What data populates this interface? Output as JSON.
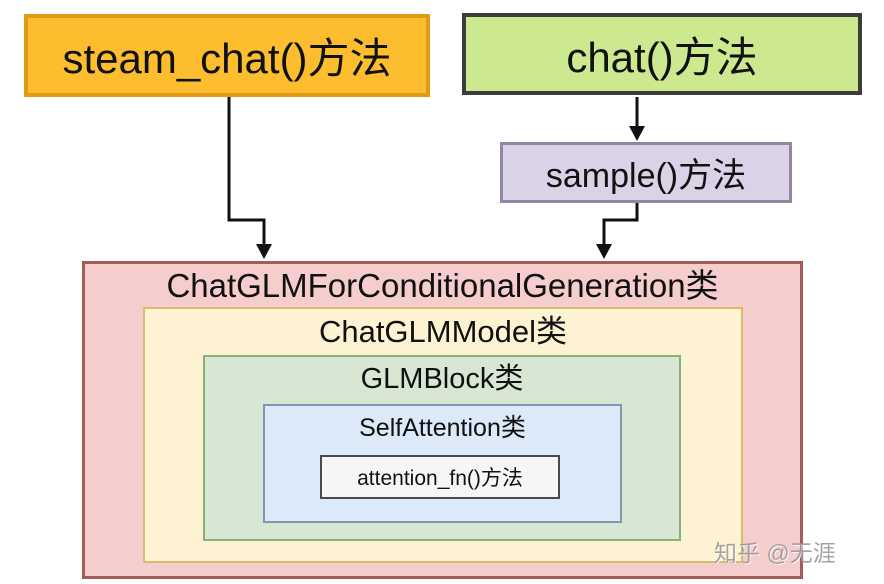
{
  "diagram": {
    "nodes": {
      "steam_chat": {
        "label": "steam_chat()方法",
        "fill": "#fcbe2f",
        "border": "#e29a12"
      },
      "chat": {
        "label": "chat()方法",
        "fill": "#cde98f",
        "border": "#3c3c3c"
      },
      "sample": {
        "label": "sample()方法",
        "fill": "#dcd2e8",
        "border": "#9286a2"
      },
      "chatglm_for_conditional_generation": {
        "label": "ChatGLMForConditionalGeneration类",
        "fill": "#f6cdcd",
        "border": "#a25b56"
      },
      "chatglm_model": {
        "label": "ChatGLMModel类",
        "fill": "#fdf3d2",
        "border": "#d8bc72"
      },
      "glm_block": {
        "label": "GLMBlock类",
        "fill": "#d7e7d3",
        "border": "#8fac7d"
      },
      "self_attention": {
        "label": "SelfAttention类",
        "fill": "#dbe9f8",
        "border": "#7e97b5"
      },
      "attention_fn": {
        "label": "attention_fn()方法",
        "fill": "#f6f6f6",
        "border": "#4a4a4a"
      }
    },
    "edges": [
      {
        "from": "steam_chat",
        "to": "chatglm_for_conditional_generation"
      },
      {
        "from": "chat",
        "to": "sample"
      },
      {
        "from": "sample",
        "to": "chatglm_for_conditional_generation"
      }
    ],
    "edge_color": "#111111"
  },
  "watermark": {
    "text": "知乎 @无涯"
  }
}
